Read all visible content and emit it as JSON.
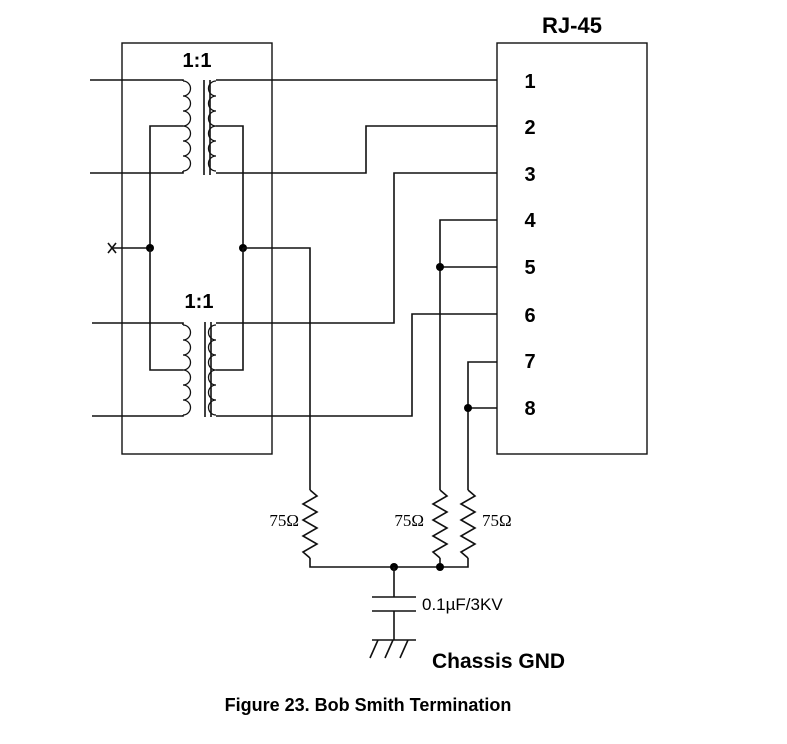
{
  "connector": {
    "title": "RJ-45",
    "pins": [
      "1",
      "2",
      "3",
      "4",
      "5",
      "6",
      "7",
      "8"
    ]
  },
  "transformers": {
    "upper_ratio": "1:1",
    "lower_ratio": "1:1"
  },
  "resistors": {
    "left": "75Ω",
    "middle": "75Ω",
    "right": "75Ω"
  },
  "capacitor": {
    "label": "0.1µF/3KV"
  },
  "ground": {
    "label": "Chassis GND"
  },
  "caption": "Figure 23. Bob Smith Termination"
}
